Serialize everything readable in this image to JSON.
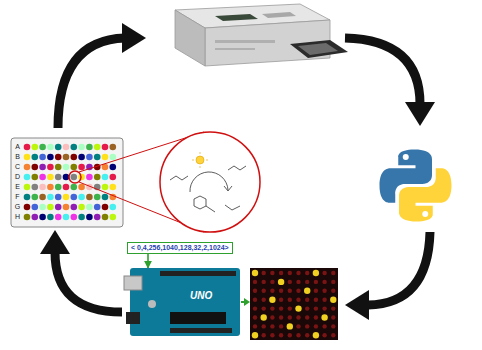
{
  "diagram": {
    "nodes": [
      {
        "text": [
          "< 0,4,256,1040,128,32,2,1024>"
        ]
      },
      {
        "text": [
          "UNO"
        ]
      }
    ],
    "edges": [
      {
        "from": 0,
        "to": 1,
        "arrow": "to"
      }
    ],
    "labels": [
      "A",
      "B",
      "C",
      "D",
      "E",
      "F",
      "G",
      "H"
    ]
  }
}
